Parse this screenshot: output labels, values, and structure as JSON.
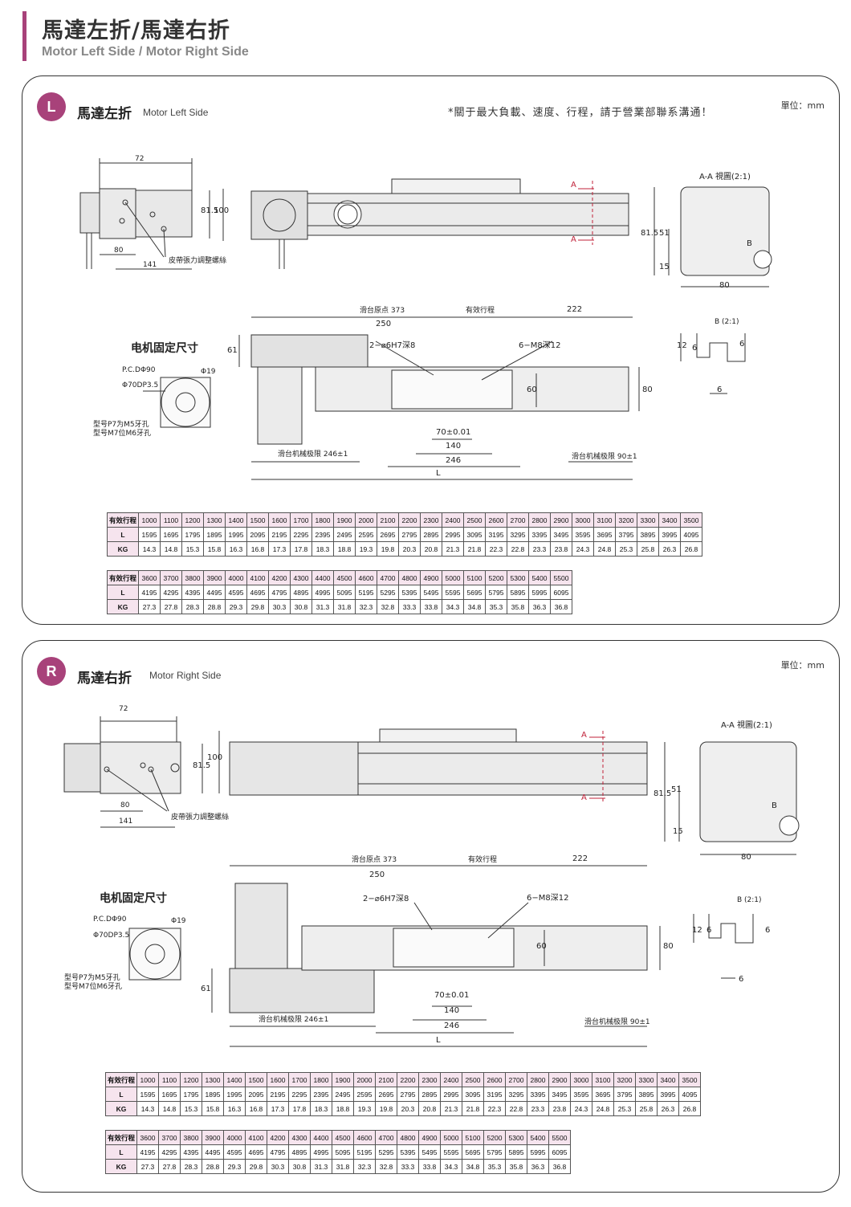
{
  "header": {
    "title": "馬達左折/馬達右折",
    "subtitle": "Motor Left Side / Motor Right Side"
  },
  "colors": {
    "accent": "#a8427a",
    "line": "#333333",
    "body": "#dcdcdc"
  },
  "sections": [
    {
      "badge": "L",
      "title": "馬達左折",
      "subtitle": "Motor Left Side",
      "note": "*關于最大負載、速度、行程，請于營業部聯系溝通！",
      "unit": "單位：mm",
      "labels": {
        "w72": "72",
        "h81": "81.5",
        "h100": "100",
        "w80": "80",
        "w141": "141",
        "belt": "皮帶張力調整螺絲",
        "sectionA": "A-A 視圖(2:1)",
        "a": "A",
        "h81b": "81.5",
        "h51": "51",
        "h15": "15",
        "w80b": "80",
        "bmark": "B",
        "origin": "滑台原点 373",
        "stroke": "有效行程",
        "w222": "222",
        "w250": "250",
        "hole1": "2−⌀6H7深8",
        "hole2": "6−M8深12",
        "h61": "61",
        "h60": "60",
        "h80": "80",
        "w70": "70±0.01",
        "w140": "140",
        "w246": "246",
        "L": "L",
        "limit1": "滑台机械极限 246±1",
        "limit2": "滑台机械极限 90±1",
        "bdetail": "B (2:1)",
        "d12": "12",
        "d6a": "6",
        "d6b": "6",
        "d6c": "6",
        "fixTitle": "电机固定尺寸",
        "pcd": "P.C.DΦ90",
        "d19": "Φ19",
        "d70": "Φ70DP3.5",
        "m5": "型号P7为M5牙孔",
        "m7": "型号M7位M6牙孔"
      }
    },
    {
      "badge": "R",
      "title": "馬達右折",
      "subtitle": "Motor Right Side",
      "unit": "單位：mm",
      "labels": {
        "w72": "72",
        "h81": "81.5",
        "h100": "100",
        "w80": "80",
        "w141": "141",
        "belt": "皮帶張力調整螺絲",
        "sectionA": "A-A 視圖(2:1)",
        "a": "A",
        "h81b": "81.5",
        "h51": "51",
        "h15": "15",
        "w80b": "80",
        "bmark": "B",
        "origin": "滑台原点 373",
        "stroke": "有效行程",
        "w222": "222",
        "w250": "250",
        "hole1": "2−⌀6H7深8",
        "hole2": "6−M8深12",
        "h61": "61",
        "h60": "60",
        "h80": "80",
        "w70": "70±0.01",
        "w140": "140",
        "w246": "246",
        "L": "L",
        "limit1": "滑台机械极限 246±1",
        "limit2": "滑台机械极限 90±1",
        "bdetail": "B (2:1)",
        "d12": "12",
        "d6a": "6",
        "d6b": "6",
        "d6c": "6",
        "fixTitle": "电机固定尺寸",
        "pcd": "P.C.DΦ90",
        "d19": "Φ19",
        "d70": "Φ70DP3.5",
        "m5": "型号P7为M5牙孔",
        "m7": "型号M7位M6牙孔"
      }
    }
  ],
  "table1": [
    [
      "有效行程",
      "1000",
      "1100",
      "1200",
      "1300",
      "1400",
      "1500",
      "1600",
      "1700",
      "1800",
      "1900",
      "2000",
      "2100",
      "2200",
      "2300",
      "2400",
      "2500",
      "2600",
      "2700",
      "2800",
      "2900",
      "3000",
      "3100",
      "3200",
      "3300",
      "3400",
      "3500"
    ],
    [
      "L",
      "1595",
      "1695",
      "1795",
      "1895",
      "1995",
      "2095",
      "2195",
      "2295",
      "2395",
      "2495",
      "2595",
      "2695",
      "2795",
      "2895",
      "2995",
      "3095",
      "3195",
      "3295",
      "3395",
      "3495",
      "3595",
      "3695",
      "3795",
      "3895",
      "3995",
      "4095"
    ],
    [
      "KG",
      "14.3",
      "14.8",
      "15.3",
      "15.8",
      "16.3",
      "16.8",
      "17.3",
      "17.8",
      "18.3",
      "18.8",
      "19.3",
      "19.8",
      "20.3",
      "20.8",
      "21.3",
      "21.8",
      "22.3",
      "22.8",
      "23.3",
      "23.8",
      "24.3",
      "24.8",
      "25.3",
      "25.8",
      "26.3",
      "26.8"
    ]
  ],
  "table2": [
    [
      "有效行程",
      "3600",
      "3700",
      "3800",
      "3900",
      "4000",
      "4100",
      "4200",
      "4300",
      "4400",
      "4500",
      "4600",
      "4700",
      "4800",
      "4900",
      "5000",
      "5100",
      "5200",
      "5300",
      "5400",
      "5500"
    ],
    [
      "L",
      "4195",
      "4295",
      "4395",
      "4495",
      "4595",
      "4695",
      "4795",
      "4895",
      "4995",
      "5095",
      "5195",
      "5295",
      "5395",
      "5495",
      "5595",
      "5695",
      "5795",
      "5895",
      "5995",
      "6095"
    ],
    [
      "KG",
      "27.3",
      "27.8",
      "28.3",
      "28.8",
      "29.3",
      "29.8",
      "30.3",
      "30.8",
      "31.3",
      "31.8",
      "32.3",
      "32.8",
      "33.3",
      "33.8",
      "34.3",
      "34.8",
      "35.3",
      "35.8",
      "36.3",
      "36.8"
    ]
  ]
}
